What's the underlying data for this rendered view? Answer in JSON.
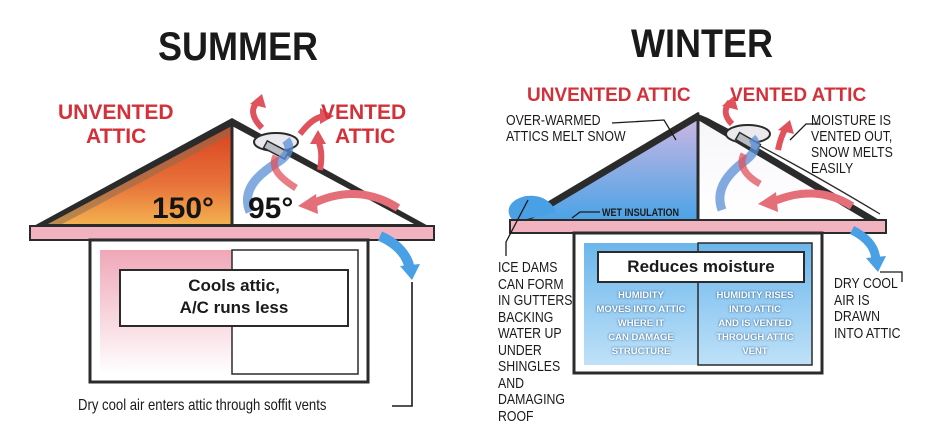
{
  "summer": {
    "title": "SUMMER",
    "unvented_label_line1": "UNVENTED",
    "unvented_label_line2": "ATTIC",
    "vented_label_line1": "VENTED",
    "vented_label_line2": "ATTIC",
    "unvented_temp": "150°",
    "vented_temp": "95°",
    "box_line1": "Cools attic,",
    "box_line2": "A/C runs less",
    "soffit_note": "Dry cool air enters attic through soffit vents"
  },
  "winter": {
    "title": "WINTER",
    "unvented_label": "UNVENTED ATTIC",
    "vented_label": "VENTED ATTIC",
    "overwarmed_line1": "OVER-WARMED",
    "overwarmed_line2": "ATTICS MELT SNOW",
    "moisture_line1": "MOISTURE IS",
    "moisture_line2": "VENTED OUT,",
    "moisture_line3": "SNOW MELTS",
    "moisture_line4": "EASILY",
    "wet_insulation": "WET INSULATION",
    "box_title": "Reduces moisture",
    "left_room_line1": "HUMIDITY",
    "left_room_line2": "MOVES INTO ATTIC",
    "left_room_line3": "WHERE IT",
    "left_room_line4": "CAN DAMAGE",
    "left_room_line5": "STRUCTURE",
    "right_room_line1": "HUMIDITY RISES",
    "right_room_line2": "INTO ATTIC",
    "right_room_line3": "AND IS VENTED",
    "right_room_line4": "THROUGH ATTIC",
    "right_room_line5": "VENT",
    "ice_dams": [
      "ICE DAMS",
      "CAN FORM",
      "IN GUTTERS",
      "BACKING",
      "WATER UP",
      "UNDER",
      "SHINGLES",
      "AND",
      "DAMAGING",
      "ROOF"
    ],
    "dry_cool": [
      "DRY COOL",
      "AIR IS",
      "DRAWN",
      "INTO ATTIC"
    ]
  },
  "colors": {
    "red_text": "#d3313a",
    "trim_pink": "#f2b3c1",
    "hot_orange": "#e2572b",
    "cool_blue": "#3f93d8",
    "dark": "#1a1a1a"
  }
}
